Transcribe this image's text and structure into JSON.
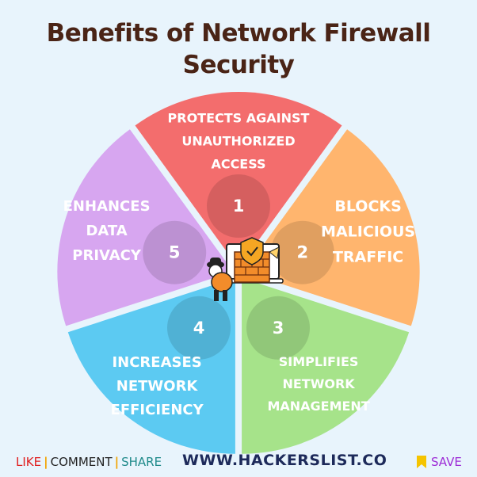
{
  "title": {
    "line1": "Benefits of Network Firewall",
    "line2": "Security"
  },
  "segments": [
    {
      "number": "1",
      "lines": [
        "PROTECTS AGAINST",
        "UNAUTHORIZED",
        "ACCESS"
      ],
      "color": "#f36d6d"
    },
    {
      "number": "2",
      "lines": [
        "BLOCKS",
        "MALICIOUS",
        "TRAFFIC"
      ],
      "color": "#ffb56e"
    },
    {
      "number": "3",
      "lines": [
        "SIMPLIFIES",
        "NETWORK",
        "MANAGEMENT"
      ],
      "color": "#a6e38a"
    },
    {
      "number": "4",
      "lines": [
        "INCREASES",
        "NETWORK",
        "EFFICIENCY"
      ],
      "color": "#5ccaf2"
    },
    {
      "number": "5",
      "lines": [
        "ENHANCES",
        "DATA",
        "PRIVACY"
      ],
      "color": "#d7a6f0"
    }
  ],
  "center_icon": "firewall-hacker-illustration-icon",
  "footer": {
    "like": "LIKE",
    "comment": "COMMENT",
    "share": "SHARE",
    "website": "WWW.HACKERSLIST.CO",
    "save": "SAVE",
    "save_icon": "bookmark-icon"
  }
}
